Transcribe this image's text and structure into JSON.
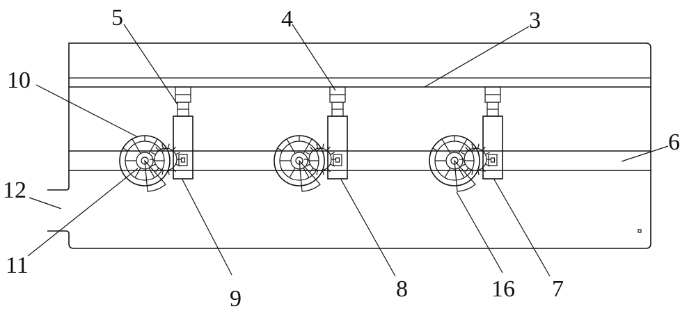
{
  "callouts": {
    "c3": "3",
    "c4": "4",
    "c5": "5",
    "c6": "6",
    "c7": "7",
    "c8": "8",
    "c9": "9",
    "c10": "10",
    "c11": "11",
    "c12": "12",
    "c16": "16"
  },
  "colors": {
    "stroke": "#111111",
    "background": "#ffffff"
  }
}
